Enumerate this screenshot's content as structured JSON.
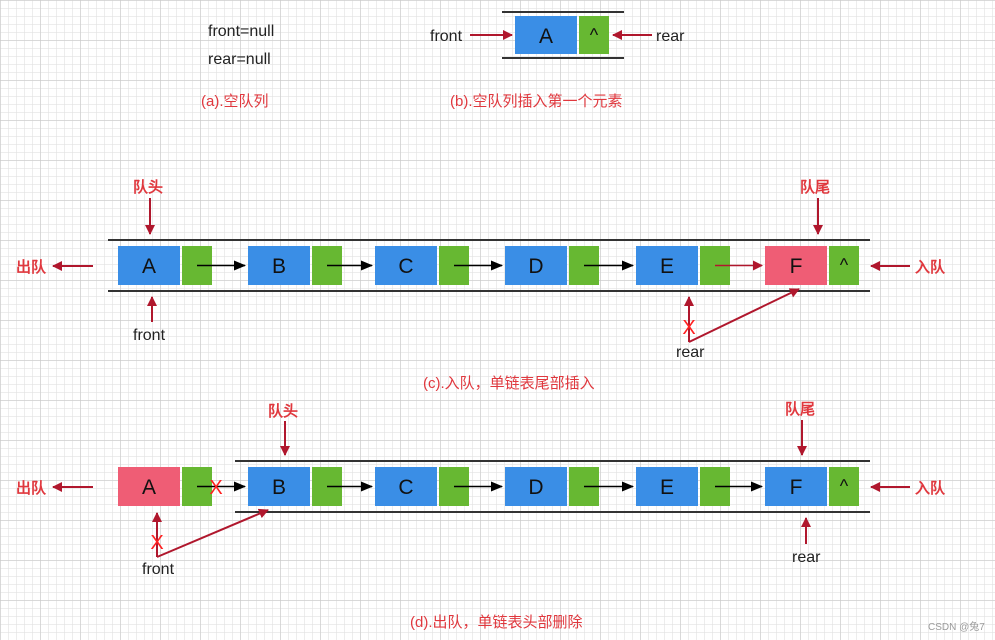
{
  "colors": {
    "data_cell": "#3a8ee6",
    "data_cell_highlight": "#ef5d75",
    "pointer_cell": "#67b832",
    "caption_red": "#e0383e",
    "arrow_red": "#b0172d",
    "line_dark": "#333333"
  },
  "panel_a": {
    "front_text": "front=null",
    "rear_text": "rear=null",
    "caption": "(a).空队列"
  },
  "panel_b": {
    "node": {
      "value": "A",
      "next": "^"
    },
    "front_label": "front",
    "rear_label": "rear",
    "caption": "(b).空队列插入第一个元素"
  },
  "panel_c": {
    "head_label": "队头",
    "tail_label": "队尾",
    "dequeue_label": "出队",
    "enqueue_label": "入队",
    "front_label": "front",
    "rear_label": "rear",
    "removed_marker": "X",
    "nodes": [
      {
        "value": "A",
        "next": "",
        "highlight": false
      },
      {
        "value": "B",
        "next": "",
        "highlight": false
      },
      {
        "value": "C",
        "next": "",
        "highlight": false
      },
      {
        "value": "D",
        "next": "",
        "highlight": false
      },
      {
        "value": "E",
        "next": "",
        "highlight": false
      },
      {
        "value": "F",
        "next": "^",
        "highlight": true
      }
    ],
    "caption": "(c).入队，单链表尾部插入"
  },
  "panel_d": {
    "head_label": "队头",
    "tail_label": "队尾",
    "dequeue_label": "出队",
    "enqueue_label": "入队",
    "front_label": "front",
    "rear_label": "rear",
    "removed_marker": "X",
    "nodes": [
      {
        "value": "A",
        "next": "",
        "highlight": true
      },
      {
        "value": "B",
        "next": "",
        "highlight": false
      },
      {
        "value": "C",
        "next": "",
        "highlight": false
      },
      {
        "value": "D",
        "next": "",
        "highlight": false
      },
      {
        "value": "E",
        "next": "",
        "highlight": false
      },
      {
        "value": "F",
        "next": "^",
        "highlight": false
      }
    ],
    "caption": "(d).出队，单链表头部删除"
  },
  "watermark": "CSDN @兔7"
}
